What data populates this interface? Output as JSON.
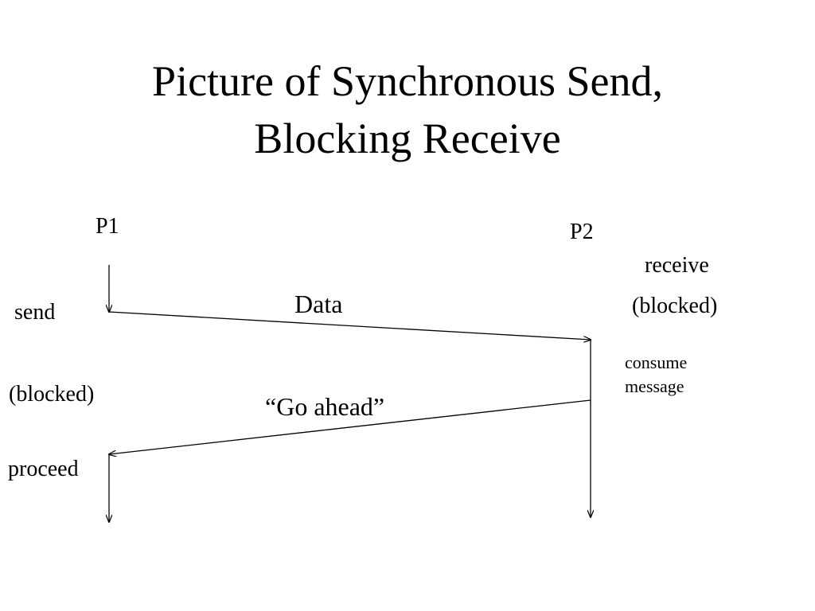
{
  "title": {
    "line1": "Picture of Synchronous Send,",
    "line2": "Blocking Receive"
  },
  "processes": {
    "p1": "P1",
    "p2": "P2"
  },
  "p1_labels": {
    "send": "send",
    "blocked": "(blocked)",
    "proceed": "proceed"
  },
  "p2_labels": {
    "receive": "receive",
    "blocked": "(blocked)",
    "consume_line1": "consume",
    "consume_line2": "message"
  },
  "messages": {
    "data": "Data",
    "go_ahead": "“Go ahead”"
  },
  "colors": {
    "background": "#ffffff",
    "ink": "#000000"
  }
}
